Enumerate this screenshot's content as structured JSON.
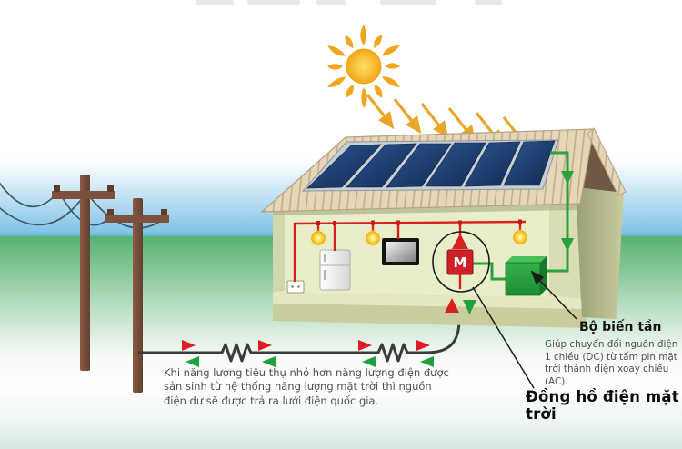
{
  "labels": {
    "caption": "Khi năng lượng tiêu thụ nhỏ hơn năng lượng điện được sản sinh từ hệ thống năng lượng mặt trời thì nguồn điện dư sẽ được trả ra lưới điện quốc gia.",
    "inverter_title": "Bộ biến tần",
    "inverter_desc": "Giúp chuyển đổi nguồn điện 1 chiều (DC) từ tấm pin mặt trời thành điện xoay chiều (AC).",
    "meter_label": "Đồng hồ điện mặt trời",
    "meter_letter": "M"
  },
  "colors": {
    "wire_red": "#d6211f",
    "wire_green": "#27a23c",
    "wire_black": "#3b3b3b",
    "powerline": "#3d5a6b",
    "panel_blue": "#1d3f6e",
    "roof_tan": "#e2d4b4",
    "gable_brown": "#6e5947",
    "wall_olive": "#b0b485",
    "inverter_green": "#2aa341",
    "sun_orange": "#f0a024",
    "sky_blue": "#84c4e7",
    "grass_green": "#58b171",
    "pole_brown": "#7d4f3d"
  }
}
